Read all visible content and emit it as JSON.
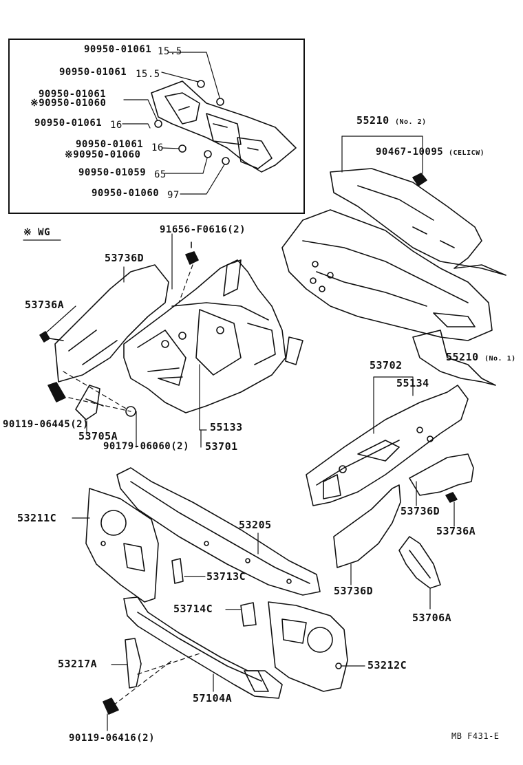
{
  "inset_labels": {
    "a1": "90950-01061",
    "a1_suffix": "15.5",
    "a2": "90950-01061",
    "a2_suffix": "15.5",
    "a3": "90950-01061",
    "a4": "※90950-01060",
    "a5": "90950-01061",
    "a5_suffix": "16",
    "a6": "90950-01061",
    "a6_suffix": "16",
    "a7": "※90950-01060",
    "a8": "90950-01059",
    "a8_suffix": "65",
    "a9": "90950-01060",
    "a9_suffix": "97"
  },
  "wg_note": "※ WG",
  "part_labels": {
    "p91656": "91656-F0616(2)",
    "p53736D_top": "53736D",
    "p53736A_left": "53736A",
    "p90119_06445": "90119-06445(2)",
    "p53705A": "53705A",
    "p90179": "90179-06060(2)",
    "p55133": "55133",
    "p53701": "53701",
    "p55210_no2": "55210",
    "p55210_no2_note": "(No. 2)",
    "p90467": "90467-10095",
    "p90467_note": "(CELICW)",
    "p53702": "53702",
    "p55210_no1": "55210",
    "p55210_no1_note": "(No. 1)",
    "p55134": "55134",
    "p53736D_right": "53736D",
    "p53736A_right": "53736A",
    "p53211C": "53211C",
    "p53205": "53205",
    "p53713C": "53713C",
    "p53736D_low": "53736D",
    "p53714C": "53714C",
    "p53706A": "53706A",
    "p53217A": "53217A",
    "p53212C": "53212C",
    "p57104A": "57104A",
    "p90119_06416": "90119-06416(2)",
    "ref": "MB F431-E"
  }
}
